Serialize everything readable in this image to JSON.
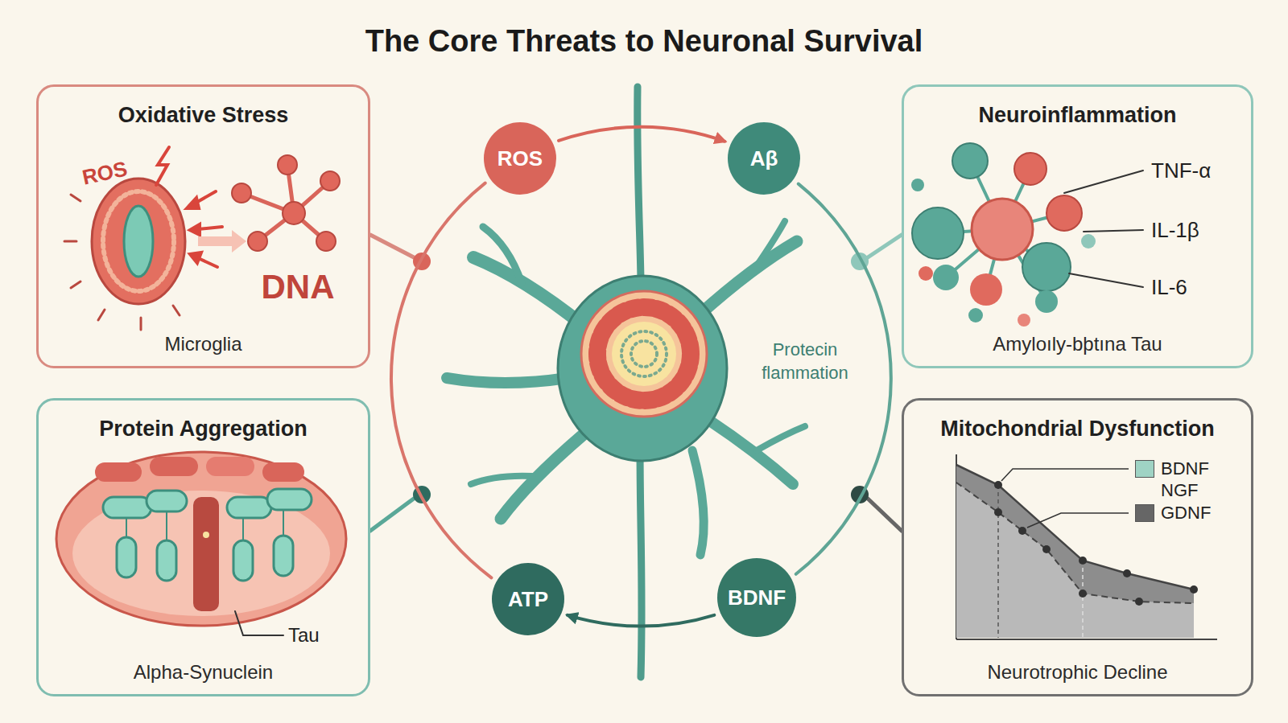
{
  "diagram": {
    "title": "The Core Threats to Neuronal Survival",
    "nodes": [
      {
        "text": [
          "Oxidative Stress",
          "Microglia"
        ]
      },
      {
        "text": [
          "ROS"
        ]
      },
      {
        "text": [
          "Aβ"
        ]
      },
      {
        "text": [
          "Neuroinflammation",
          "Amyloıly-bþtına Tau"
        ]
      },
      {
        "text": [
          "Protein Aggregation",
          "Alpha-Synuclein"
        ]
      },
      {
        "text": [
          "ATP"
        ]
      },
      {
        "text": [
          "BDNF"
        ]
      },
      {
        "text": [
          "Mitochondrial Dysfunction",
          "Neurotrophic Decline"
        ]
      }
    ],
    "edges": [
      {
        "from": 1,
        "to": 2,
        "arrow": "to"
      },
      {
        "from": 6,
        "to": 5,
        "arrow": "to"
      },
      {
        "from": 1,
        "to": 5,
        "arrow": "none"
      },
      {
        "from": 2,
        "to": 6,
        "arrow": "none"
      }
    ],
    "labels": [
      "ROS",
      "DNA",
      "TNF-α",
      "IL-1β",
      "IL-6",
      "Protecin flammation",
      "Tau"
    ],
    "legend": [
      {
        "text": "BDNF",
        "color": "#9fd3c4"
      },
      {
        "text": "NGF"
      },
      {
        "text": "GDNF",
        "color": "#666666"
      }
    ]
  }
}
